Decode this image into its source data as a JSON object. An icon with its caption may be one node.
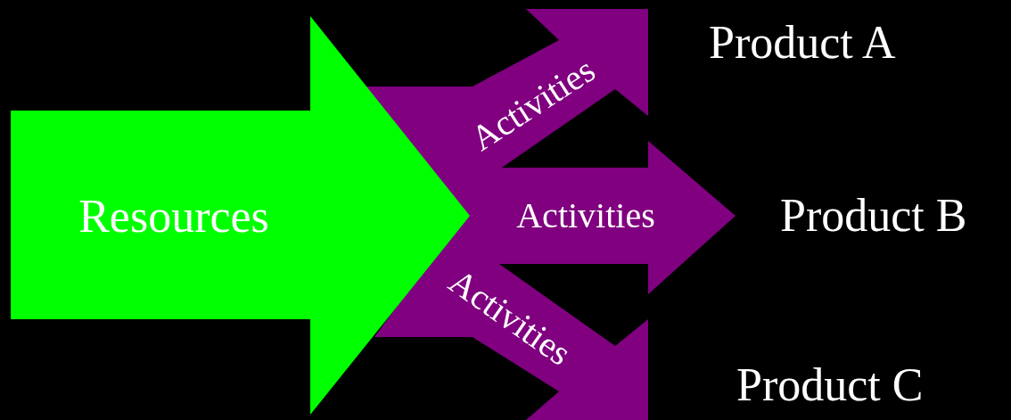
{
  "diagram": {
    "nodes": [
      {
        "text": [
          "Resources"
        ]
      },
      {
        "text": [
          "Activities"
        ]
      },
      {
        "text": [
          "Activities"
        ]
      },
      {
        "text": [
          "Activities"
        ]
      }
    ],
    "labels": [
      "Product A",
      "Product B",
      "Product C"
    ]
  }
}
